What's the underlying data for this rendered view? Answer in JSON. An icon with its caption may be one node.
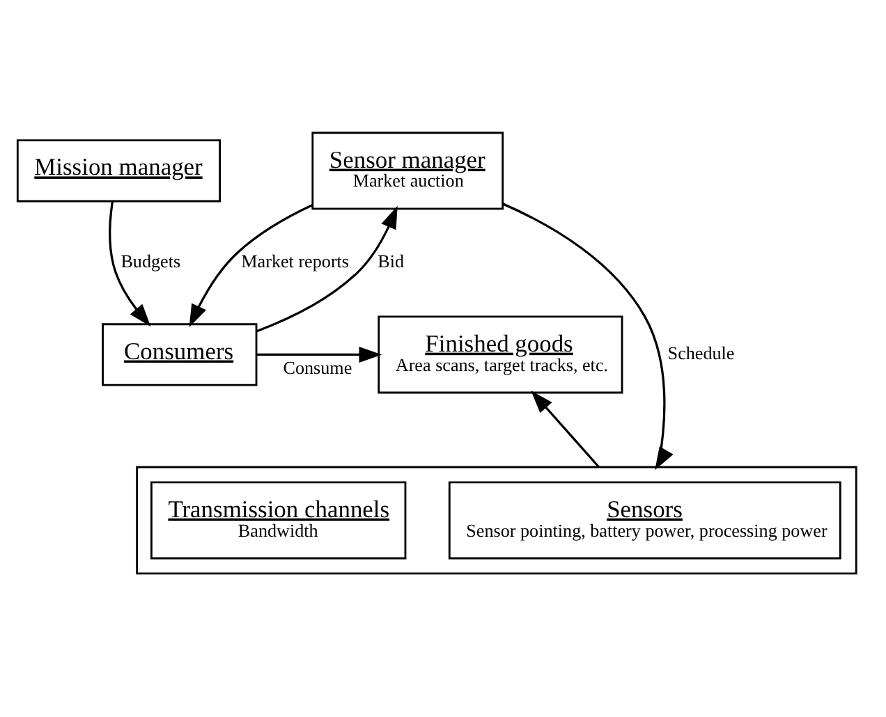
{
  "diagram": {
    "nodes": [
      {
        "text": [
          "Finished goods",
          "Area scans, target tracks, etc."
        ]
      },
      {
        "text": [
          "Consumers"
        ]
      },
      {
        "text": [],
        "shape": "box"
      },
      {
        "text": [
          "Sensors",
          "Sensor pointing, battery power, processing power"
        ],
        "in": 2
      },
      {
        "text": [
          "Transmission channels",
          "Bandwidth"
        ],
        "in": 2
      },
      {
        "text": [
          "Sensor manager",
          "Market auction"
        ]
      },
      {
        "text": [
          "Mission manager"
        ]
      }
    ],
    "edges": [
      {
        "from": 1,
        "to": 0,
        "arrow": "to",
        "label": "Consume"
      },
      {
        "from": 2,
        "to": 0,
        "arrow": "to"
      },
      {
        "from": 5,
        "to": 1,
        "arrow": "to",
        "label": "Market reports"
      },
      {
        "from": 1,
        "to": 5,
        "arrow": "to",
        "label": "Bid"
      },
      {
        "from": 6,
        "to": 1,
        "arrow": "to",
        "label": "Budgets"
      },
      {
        "from": 5,
        "to": 2,
        "arrow": "to",
        "label": "Schedule"
      }
    ]
  }
}
